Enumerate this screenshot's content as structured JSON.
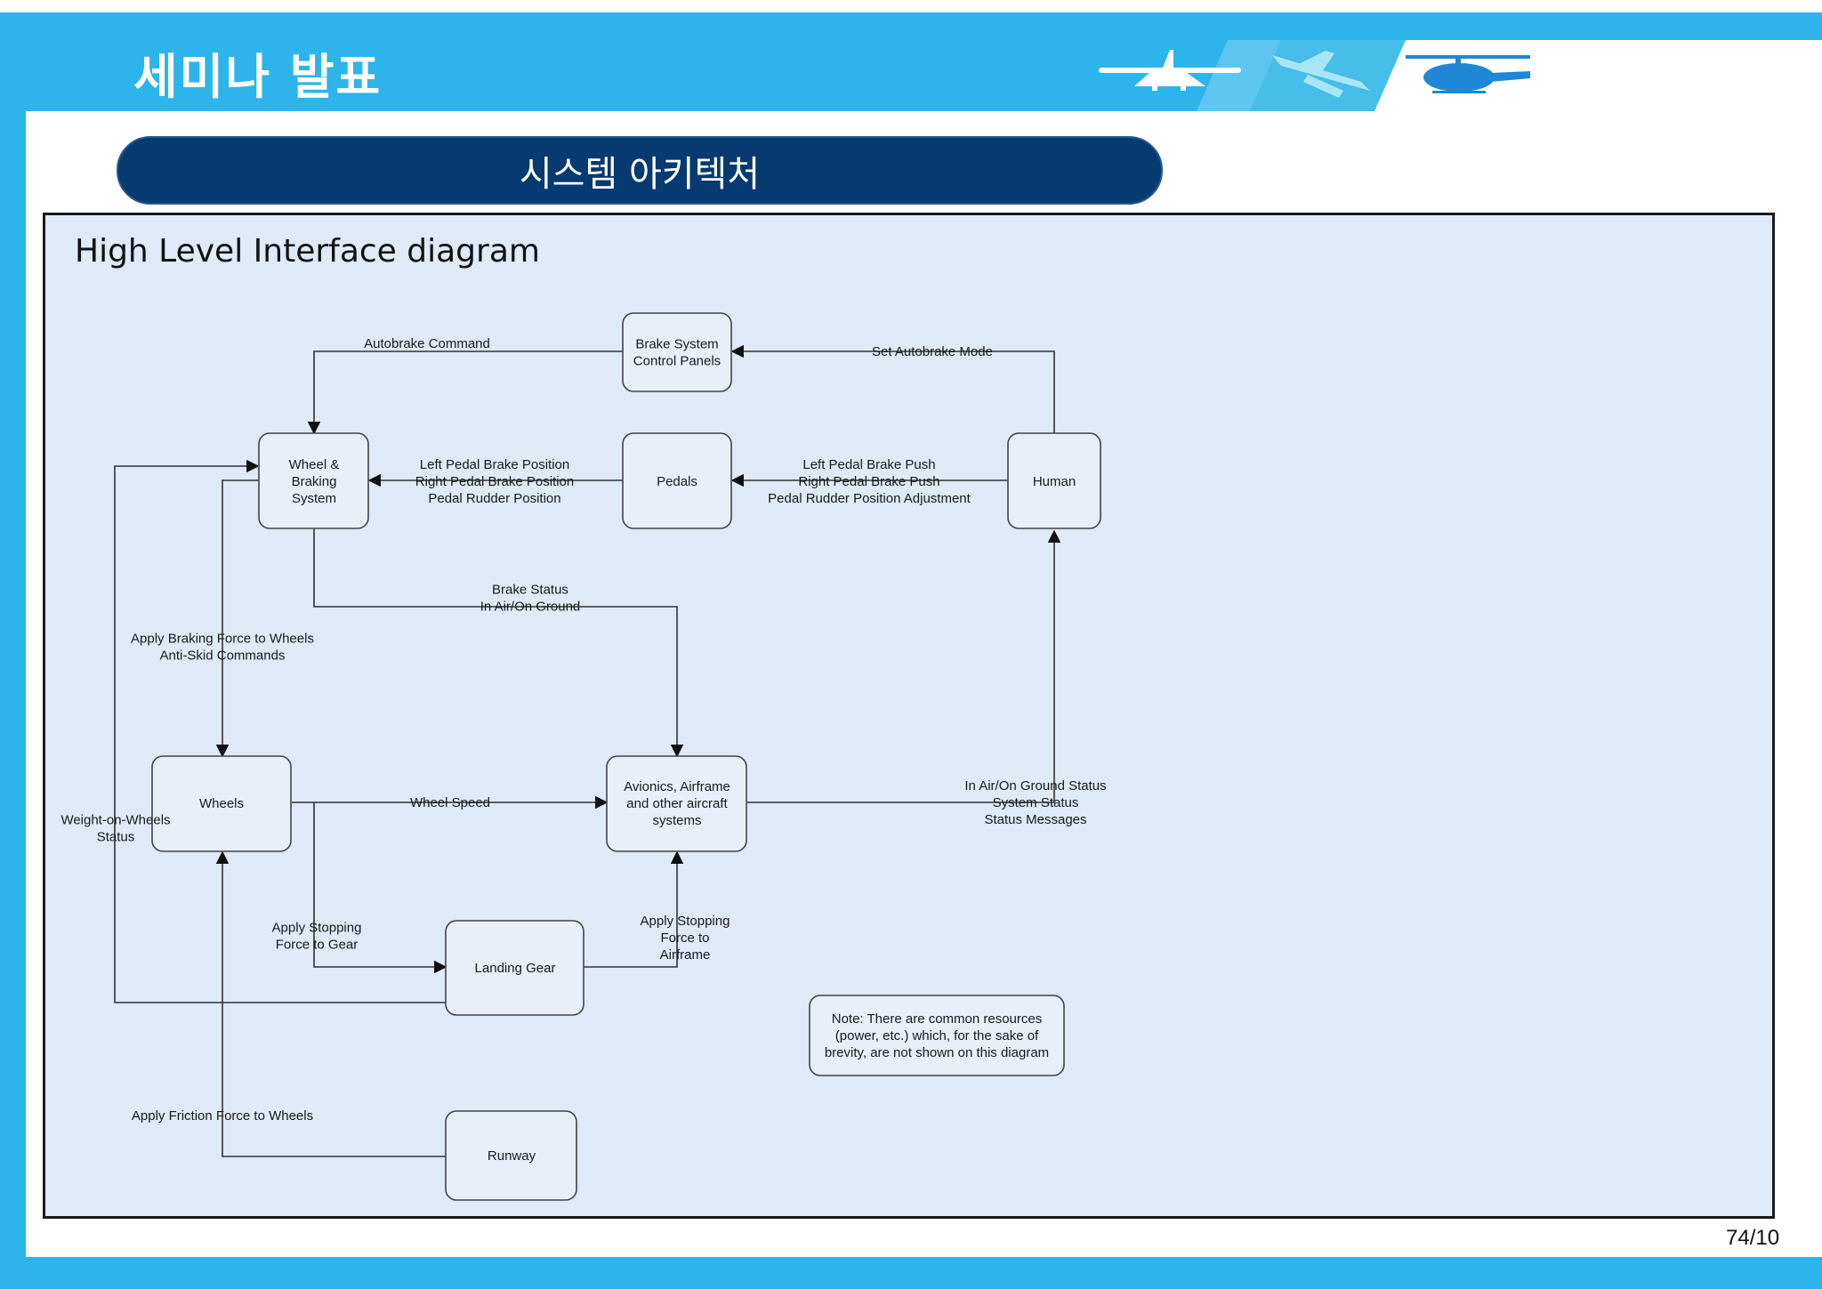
{
  "header": {
    "title": "세미나 발표"
  },
  "section": {
    "title": "시스템 아키텍처"
  },
  "diagram": {
    "title": "High Level Interface diagram",
    "boxes": {
      "brake_control": [
        "Brake System",
        "Control Panels"
      ],
      "wheel_braking": [
        "Wheel &",
        "Braking",
        "System"
      ],
      "pedals": [
        "Pedals"
      ],
      "human": [
        "Human"
      ],
      "wheels": [
        "Wheels"
      ],
      "avionics": [
        "Avionics, Airframe",
        "and other aircraft",
        "systems"
      ],
      "landing_gear": [
        "Landing Gear"
      ],
      "runway": [
        "Runway"
      ],
      "note": [
        "Note:  There are common resources",
        "(power, etc.) which, for the sake of",
        "brevity, are not shown on this diagram"
      ]
    },
    "labels": {
      "autobrake_command": [
        "Autobrake Command"
      ],
      "set_autobrake_mode": [
        "Set Autobrake Mode"
      ],
      "pedal_positions": [
        "Left Pedal Brake Position",
        "Right Pedal Brake Position",
        "Pedal Rudder Position"
      ],
      "pedal_push": [
        "Left Pedal Brake Push",
        "Right Pedal Brake Push",
        "Pedal Rudder Position Adjustment"
      ],
      "brake_status": [
        "Brake Status",
        "In Air/On Ground"
      ],
      "apply_braking": [
        "Apply Braking Force to Wheels",
        "Anti-Skid Commands"
      ],
      "wheel_speed": [
        "Wheel Speed"
      ],
      "ground_status": [
        "In Air/On Ground Status",
        "System Status",
        "Status Messages"
      ],
      "weight_on_wheels": [
        "Weight-on-Wheels",
        "Status"
      ],
      "stop_gear": [
        "Apply Stopping",
        "Force to Gear"
      ],
      "stop_airframe": [
        "Apply Stopping",
        "Force to",
        "Airframe"
      ],
      "friction": [
        "Apply Friction Force to Wheels"
      ]
    }
  },
  "footer": {
    "page": "74/10"
  },
  "icons": [
    "airliner-icon",
    "cargo-plane-icon",
    "helicopter-icon"
  ],
  "colors": {
    "frame": "#2db4ea",
    "pill": "#063a70",
    "diagram_bg": "#dfe9f7"
  }
}
